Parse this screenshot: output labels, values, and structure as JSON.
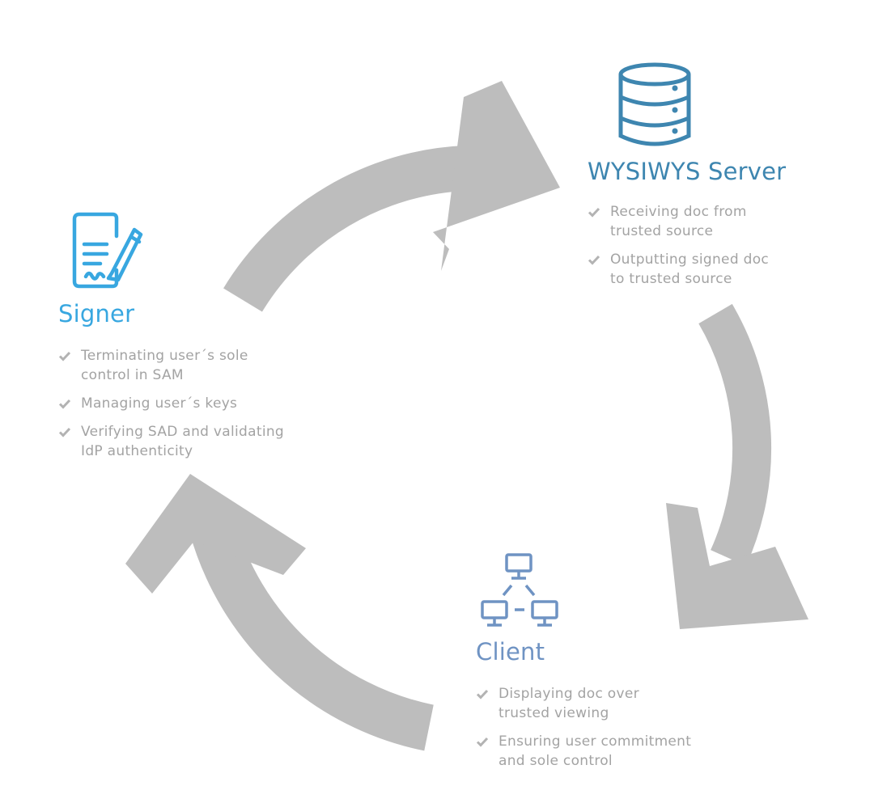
{
  "colors": {
    "arrow": "#bdbdbd",
    "signer": "#38a7e0",
    "server": "#3e86b0",
    "client": "#6f93c3",
    "bullet_text": "#a3a3a3",
    "check": "#b3b3b3"
  },
  "nodes": {
    "server": {
      "title": "WYSIWYS Server",
      "icon": "database-server-icon",
      "items": [
        {
          "text": "Receiving doc from\ntrusted source"
        },
        {
          "text": "Outputting signed doc\nto trusted source"
        }
      ]
    },
    "signer": {
      "title": "Signer",
      "icon": "document-signature-icon",
      "items": [
        {
          "text": "Terminating user´s sole\ncontrol in SAM"
        },
        {
          "text": "Managing user´s keys"
        },
        {
          "text": "Verifying SAD and validating\nIdP authenticity"
        }
      ]
    },
    "client": {
      "title": "Client",
      "icon": "network-computers-icon",
      "items": [
        {
          "text": "Displaying doc over\ntrusted viewing"
        },
        {
          "text": "Ensuring user commitment\nand sole control"
        }
      ]
    }
  }
}
